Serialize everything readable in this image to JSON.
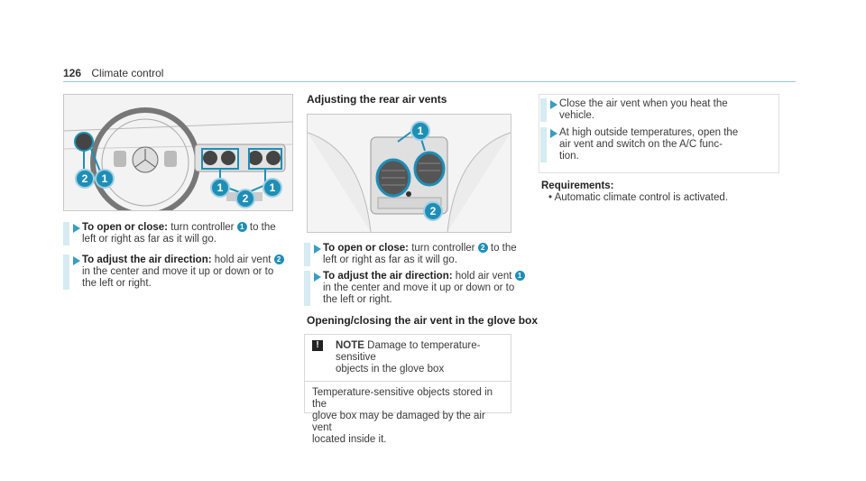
{
  "header": {
    "page_number": "126",
    "section": "Climate control"
  },
  "left": {
    "steps": [
      {
        "bold": "To open or close:",
        "pre": " turn controller ",
        "num": "1",
        "post": " to the",
        "line2": "left or right as far as it will go."
      },
      {
        "bold": "To adjust the air direction:",
        "pre": " hold air vent ",
        "num": "2",
        "post": "",
        "line2": "in the center and move it up or down or to",
        "line3": "the left or right."
      }
    ]
  },
  "middle": {
    "heading": "Adjusting the rear air vents",
    "steps": [
      {
        "bold": "To open or close:",
        "pre": " turn controller ",
        "num": "2",
        "post": " to the",
        "line2": "left or right as far as it will go."
      },
      {
        "bold": "To adjust the air direction:",
        "pre": " hold air vent ",
        "num": "1",
        "post": "",
        "line2": "in the center and move it up or down or to",
        "line3": "the left or right."
      }
    ],
    "heading2": "Opening/closing the air vent in the glove box",
    "note": {
      "icon": "!",
      "label": "NOTE",
      "title_line1": " Damage to temperature-sensitive",
      "title_line2": "objects in the glove box",
      "body_line1": "Temperature-sensitive objects stored in the",
      "body_line2": "glove box may be damaged by the air vent",
      "body_line3": "located inside it."
    }
  },
  "right": {
    "tips": [
      {
        "line1": "Close the air vent when you heat the",
        "line2": "vehicle."
      },
      {
        "line1": "At high outside temperatures, open the",
        "line2": "air vent and switch on the A/C func-",
        "line3": "tion."
      }
    ],
    "requirements_title": "Requirements:",
    "requirements": [
      "Automatic climate control is activated."
    ]
  },
  "figure_labels": {
    "one": "1",
    "two": "2"
  },
  "colors": {
    "accent": "#1e8eb6",
    "step_bar": "#d6ebf2",
    "arrow": "#3a9cc0"
  }
}
